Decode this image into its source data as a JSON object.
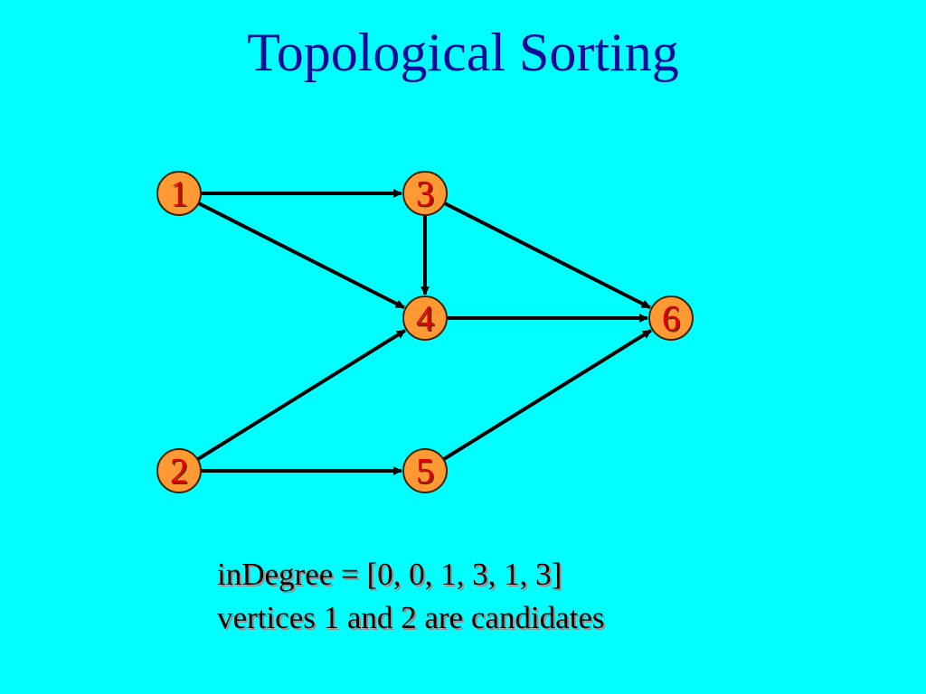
{
  "slide": {
    "title": "Topological Sorting",
    "background": "#00ffff",
    "title_color": "#0d0d9a"
  },
  "graph": {
    "node_fill": "#ff9933",
    "node_stroke": "#3a2200",
    "label_color": "#e10000",
    "edge_color": "#000000",
    "nodes": [
      {
        "id": "1",
        "label": "1"
      },
      {
        "id": "2",
        "label": "2"
      },
      {
        "id": "3",
        "label": "3"
      },
      {
        "id": "4",
        "label": "4"
      },
      {
        "id": "5",
        "label": "5"
      },
      {
        "id": "6",
        "label": "6"
      }
    ],
    "edges": [
      {
        "from": "1",
        "to": "3"
      },
      {
        "from": "1",
        "to": "4"
      },
      {
        "from": "3",
        "to": "4"
      },
      {
        "from": "3",
        "to": "6"
      },
      {
        "from": "4",
        "to": "6"
      },
      {
        "from": "2",
        "to": "4"
      },
      {
        "from": "2",
        "to": "5"
      },
      {
        "from": "5",
        "to": "6"
      }
    ]
  },
  "notes": {
    "line1": "inDegree = [0, 0, 1, 3, 1, 3]",
    "line2": "vertices 1 and 2 are candidates"
  }
}
